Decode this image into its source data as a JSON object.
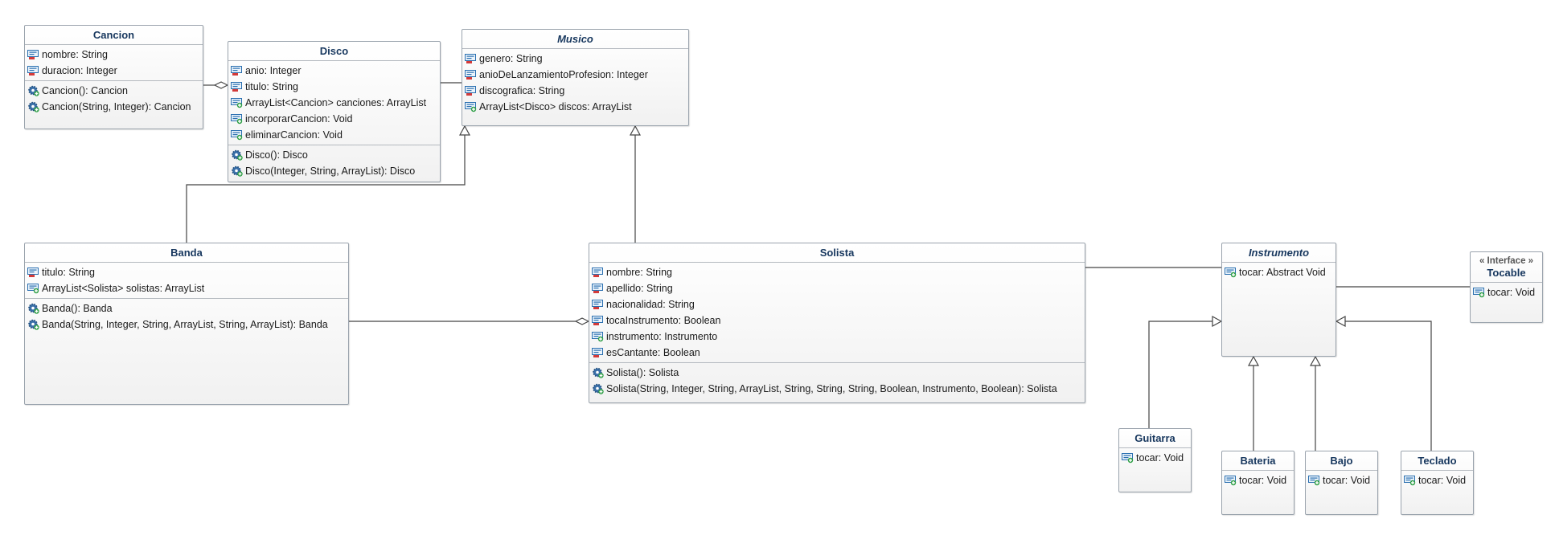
{
  "diagram": {
    "classes": [
      {
        "key": "cancion",
        "name": "Cancion",
        "italic": false,
        "stereotype": "",
        "attributes": [
          {
            "vis": "private",
            "text": "nombre: String"
          },
          {
            "vis": "private",
            "text": "duracion: Integer"
          }
        ],
        "operations": [
          {
            "vis": "public",
            "text": "Cancion(): Cancion"
          },
          {
            "vis": "public",
            "text": "Cancion(String, Integer): Cancion"
          }
        ]
      },
      {
        "key": "disco",
        "name": "Disco",
        "italic": false,
        "stereotype": "",
        "attributes": [
          {
            "vis": "private",
            "text": "anio: Integer"
          },
          {
            "vis": "private",
            "text": "titulo: String"
          },
          {
            "vis": "public",
            "text": "ArrayList<Cancion> canciones: ArrayList"
          },
          {
            "vis": "public",
            "text": "incorporarCancion: Void"
          },
          {
            "vis": "public",
            "text": "eliminarCancion: Void"
          }
        ],
        "operations": [
          {
            "vis": "public",
            "text": "Disco(): Disco"
          },
          {
            "vis": "public",
            "text": "Disco(Integer, String, ArrayList): Disco"
          }
        ]
      },
      {
        "key": "musico",
        "name": "Musico",
        "italic": true,
        "stereotype": "",
        "attributes": [
          {
            "vis": "private",
            "text": "genero: String"
          },
          {
            "vis": "private",
            "text": "anioDeLanzamientoProfesion: Integer"
          },
          {
            "vis": "private",
            "text": "discografica: String"
          },
          {
            "vis": "public",
            "text": "ArrayList<Disco> discos: ArrayList"
          }
        ],
        "operations": []
      },
      {
        "key": "banda",
        "name": "Banda",
        "italic": false,
        "stereotype": "",
        "attributes": [
          {
            "vis": "private",
            "text": "titulo: String"
          },
          {
            "vis": "public",
            "text": "ArrayList<Solista> solistas: ArrayList"
          }
        ],
        "operations": [
          {
            "vis": "public",
            "text": "Banda(): Banda"
          },
          {
            "vis": "public",
            "text": "Banda(String, Integer, String, ArrayList, String, ArrayList): Banda"
          }
        ]
      },
      {
        "key": "solista",
        "name": "Solista",
        "italic": false,
        "stereotype": "",
        "attributes": [
          {
            "vis": "private",
            "text": "nombre: String"
          },
          {
            "vis": "private",
            "text": "apellido: String"
          },
          {
            "vis": "private",
            "text": "nacionalidad: String"
          },
          {
            "vis": "private",
            "text": "tocaInstrumento: Boolean"
          },
          {
            "vis": "public",
            "text": "instrumento: Instrumento"
          },
          {
            "vis": "private",
            "text": "esCantante: Boolean"
          }
        ],
        "operations": [
          {
            "vis": "public",
            "text": "Solista(): Solista"
          },
          {
            "vis": "public",
            "text": "Solista(String, Integer, String, ArrayList, String, String, String, Boolean, Instrumento, Boolean): Solista"
          }
        ]
      },
      {
        "key": "instrumento",
        "name": "Instrumento",
        "italic": true,
        "stereotype": "",
        "attributes": [
          {
            "vis": "public",
            "text": "tocar: Abstract Void"
          }
        ],
        "operations": []
      },
      {
        "key": "tocable",
        "name": "Tocable",
        "italic": false,
        "stereotype": "« Interface »",
        "attributes": [
          {
            "vis": "public",
            "text": "tocar: Void"
          }
        ],
        "operations": []
      },
      {
        "key": "guitarra",
        "name": "Guitarra",
        "italic": false,
        "stereotype": "",
        "attributes": [
          {
            "vis": "public",
            "text": "tocar: Void"
          }
        ],
        "operations": []
      },
      {
        "key": "bateria",
        "name": "Bateria",
        "italic": false,
        "stereotype": "",
        "attributes": [
          {
            "vis": "public",
            "text": "tocar: Void"
          }
        ],
        "operations": []
      },
      {
        "key": "bajo",
        "name": "Bajo",
        "italic": false,
        "stereotype": "",
        "attributes": [
          {
            "vis": "public",
            "text": "tocar: Void"
          }
        ],
        "operations": []
      },
      {
        "key": "teclado",
        "name": "Teclado",
        "italic": false,
        "stereotype": "",
        "attributes": [
          {
            "vis": "public",
            "text": "tocar: Void"
          }
        ],
        "operations": []
      }
    ],
    "relations": [
      {
        "type": "aggregation",
        "from": "cancion",
        "to": "disco"
      },
      {
        "type": "association",
        "from": "disco",
        "to": "musico"
      },
      {
        "type": "generalization",
        "from": "banda",
        "to": "musico"
      },
      {
        "type": "generalization",
        "from": "solista",
        "to": "musico"
      },
      {
        "type": "aggregation",
        "from": "banda",
        "to": "solista"
      },
      {
        "type": "association",
        "from": "solista",
        "to": "instrumento"
      },
      {
        "type": "association",
        "from": "instrumento",
        "to": "tocable"
      },
      {
        "type": "generalization",
        "from": "guitarra",
        "to": "instrumento"
      },
      {
        "type": "generalization",
        "from": "bateria",
        "to": "instrumento"
      },
      {
        "type": "generalization",
        "from": "bajo",
        "to": "instrumento"
      },
      {
        "type": "generalization",
        "from": "teclado",
        "to": "instrumento"
      }
    ],
    "colors": {
      "class_title": "#17375e",
      "border": "#9aa3ad",
      "line": "#444444",
      "field_icon": "#2a6fb0",
      "private_marker": "#d23a3a",
      "public_marker": "#2e9e45",
      "operation_gear": "#3a6fa8"
    },
    "icon_names": {
      "field": "field-icon",
      "operation": "method-gear-icon"
    }
  }
}
